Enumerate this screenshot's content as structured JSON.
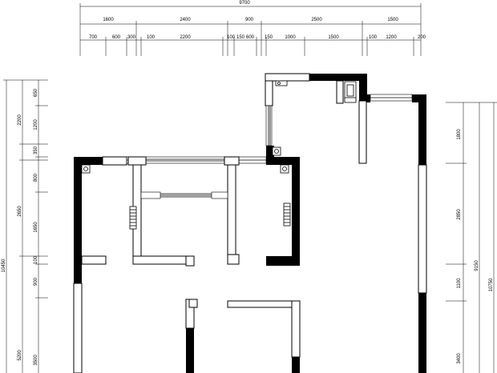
{
  "dimensions": {
    "top_total": "9700",
    "top_row1": [
      "1600",
      "2400",
      "900",
      "2500",
      "1500"
    ],
    "top_row2": [
      "700",
      "600",
      "300",
      "100",
      "2200",
      "100",
      "150",
      "600",
      "150",
      "1000",
      "1500",
      "100",
      "1200",
      "200"
    ],
    "left_row1": [
      "650",
      "1200",
      "350",
      "800",
      "1650",
      "100",
      "900",
      "3500"
    ],
    "left_row2": [
      "2200",
      "2650",
      "5200"
    ],
    "left_total": "10450",
    "right_row1": [
      "1800",
      "2850",
      "1100",
      "3400"
    ],
    "right_row2": [
      "9150"
    ],
    "right_total": "10750"
  },
  "colors": {
    "wall": "#000000",
    "background": "#ffffff",
    "line": "#000000"
  }
}
